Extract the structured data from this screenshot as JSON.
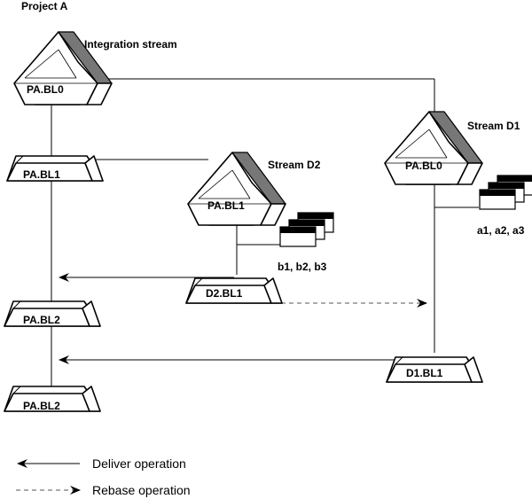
{
  "project_title": "Project A",
  "streams": {
    "integration": "Integration stream",
    "d1": "Stream D1",
    "d2": "Stream D2"
  },
  "baselines": {
    "pa_bl0_integration": "PA.BL0",
    "pa_bl1": "PA.BL1",
    "pa_bl2_a": "PA.BL2",
    "pa_bl2_b": "PA.BL2",
    "d2_bl1_top": "PA.BL1",
    "d2_bl1": "D2.BL1",
    "d1_bl0_top": "PA.BL0",
    "d1_bl1": "D1.BL1"
  },
  "activities": {
    "d1": "a1, a2, a3",
    "d2": "b1, b2, b3"
  },
  "legend": {
    "deliver": "Deliver operation",
    "rebase": "Rebase operation"
  }
}
